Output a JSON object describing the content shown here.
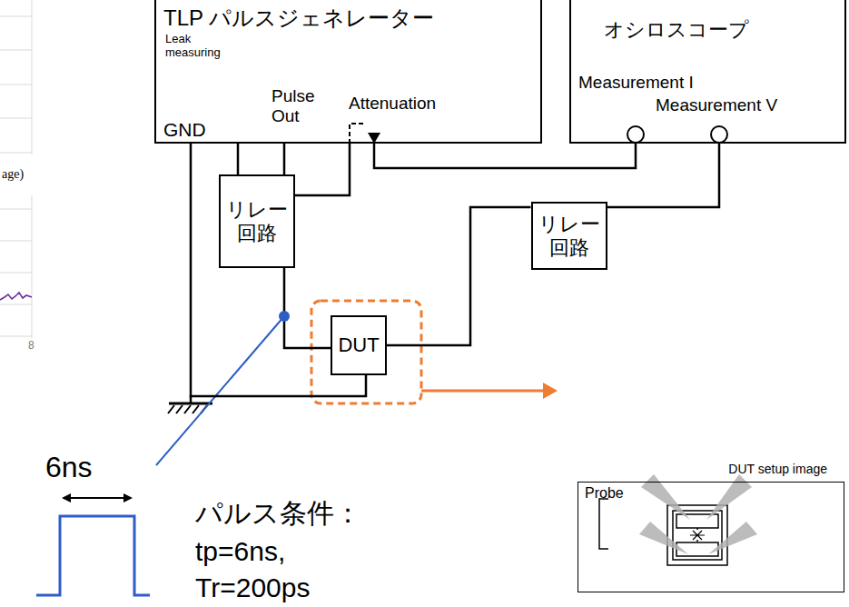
{
  "diagram": {
    "nodes": [
      {
        "text": [
          "TLP パルスジェネレーター",
          "Leak measuring",
          "GND",
          "Pulse Out",
          "Attenuation"
        ]
      },
      {
        "text": [
          "オシロスコープ",
          "Measurement I",
          "Measurement V"
        ]
      },
      {
        "text": [
          "リレー 回路"
        ]
      },
      {
        "text": [
          "リレー 回路"
        ]
      },
      {
        "text": [
          "DUT"
        ]
      },
      {
        "text": [
          "DUT setup image",
          "Probe"
        ]
      }
    ],
    "edges": [
      {
        "from": 0,
        "to": 2,
        "arrow": "none"
      },
      {
        "from": 0,
        "to": 2,
        "arrow": "none"
      },
      {
        "from": 2,
        "to": 0,
        "arrow": "none"
      },
      {
        "from": 0,
        "to": 1,
        "arrow": "none"
      },
      {
        "from": 2,
        "to": 4,
        "arrow": "none"
      },
      {
        "from": 0,
        "to": 4,
        "arrow": "none"
      },
      {
        "from": 4,
        "to": 3,
        "arrow": "none"
      },
      {
        "from": 3,
        "to": 1,
        "arrow": "none"
      }
    ],
    "labels": [
      "age)",
      "8",
      "6ns",
      "パルス条件：",
      "tp=6ns,",
      "Tr=200ps"
    ]
  }
}
